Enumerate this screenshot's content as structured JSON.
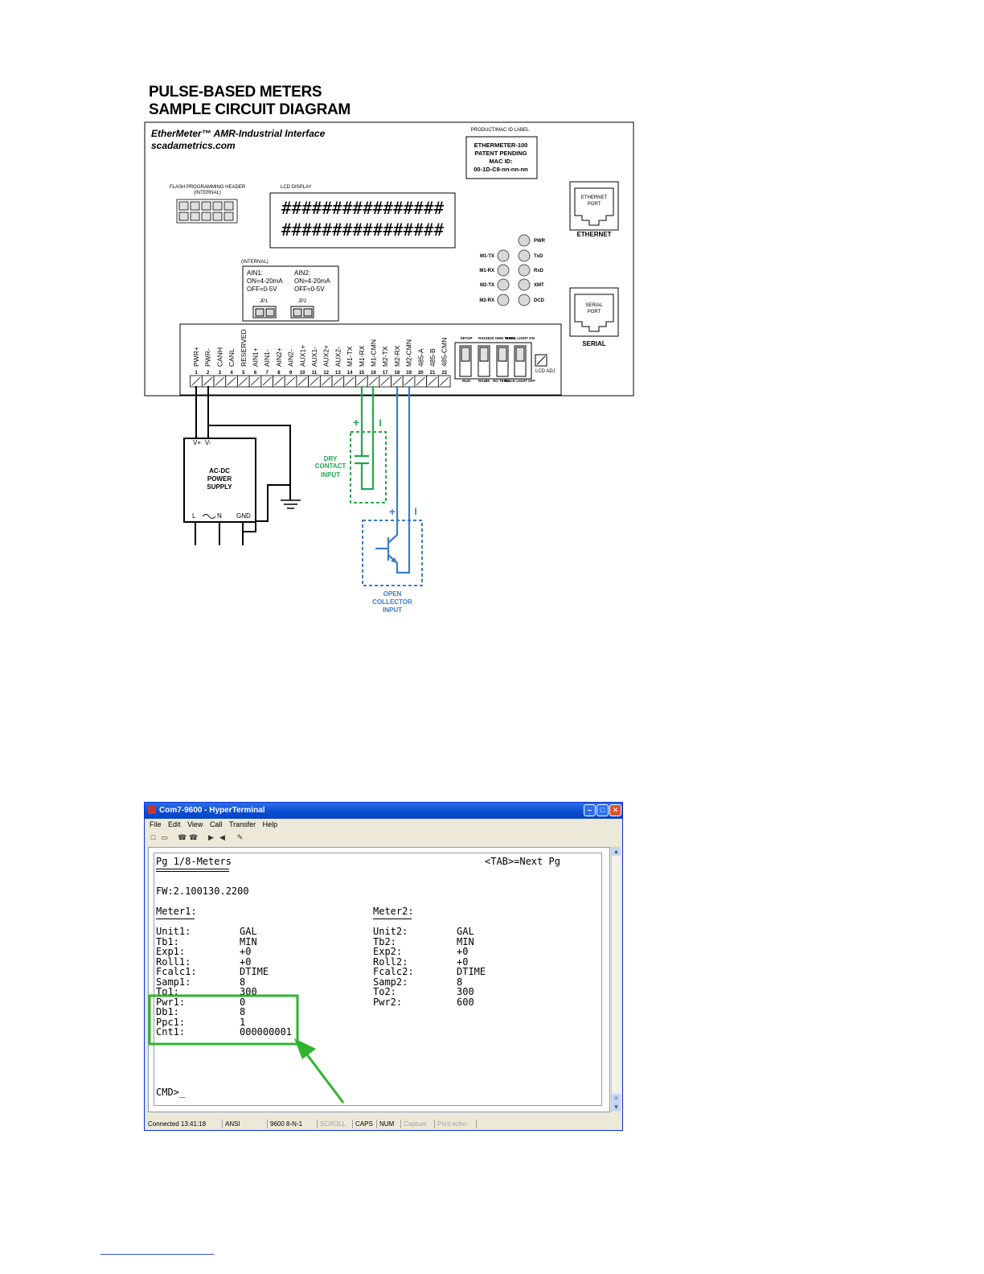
{
  "page": {
    "title_line1": "PULSE-BASED METERS",
    "title_line2": "SAMPLE CIRCUIT DIAGRAM"
  },
  "device": {
    "name": "EtherMeter™ AMR-Industrial Interface",
    "website": "scadametrics.com",
    "mac_label_caption": "PRODUCT/MAC ID LABEL",
    "mac_label_lines": [
      "ETHERMETER-100",
      "PATENT PENDING",
      "MAC ID:",
      "00-1D-C8-nn-nn-nn"
    ],
    "flash_header_line1": "FLASH PROGRAMMING HEADER",
    "flash_header_line2": "(INTERNAL)",
    "lcd_caption": "LCD DISPLAY",
    "lcd_row1": "################",
    "lcd_row2": "################",
    "internal_caption": "(INTERNAL)",
    "ain1_lines": [
      "AIN1:",
      "ON=4-20mA",
      "OFF=0-5V"
    ],
    "ain2_lines": [
      "AIN2:",
      "ON=4-20mA",
      "OFF=0-5V"
    ],
    "jp1": "JP1",
    "jp2": "JP2",
    "ethernet_port_line1": "ETHERNET",
    "ethernet_port_line2": "PORT",
    "ethernet_label": "ETHERNET",
    "serial_port_line1": "SERIAL",
    "serial_port_line2": "PORT",
    "serial_label": "SERIAL",
    "leds_right": [
      "PWR",
      "TxD",
      "RxD",
      "XMT",
      "DCD"
    ],
    "leds_left": [
      "M1-TX",
      "M1-RX",
      "M2-TX",
      "M2-RX"
    ],
    "terminals": [
      "PWR+",
      "PWR-",
      "CANH",
      "CANL",
      "RESERVED",
      "AIN1+",
      "AIN1-",
      "AIN2+",
      "AIN2-",
      "AUX1+",
      "AUX1-",
      "AUX2+",
      "AUX2-",
      "M1-TX",
      "M1-RX",
      "M1-CMN",
      "M2-TX",
      "M2-RX",
      "M2-CMN",
      "485-A",
      "485-B",
      "485-CMN"
    ],
    "terminal_numbers": [
      "1",
      "2",
      "3",
      "4",
      "5",
      "6",
      "7",
      "8",
      "9",
      "10",
      "11",
      "12",
      "13",
      "14",
      "15",
      "16",
      "17",
      "18",
      "19",
      "20",
      "21",
      "22"
    ],
    "switch_top_labels": [
      "SETUP",
      "RS232",
      "120 OHM TERM.",
      "BACK LIGHT ON"
    ],
    "switch_bottom_labels": [
      "RUN",
      "RS485",
      "NO TERM.",
      "BACK LIGHT OFF"
    ],
    "lcd_adj": "LCD ADJ"
  },
  "power_supply": {
    "label_lines": [
      "AC-DC",
      "POWER",
      "SUPPLY"
    ],
    "vplus": "V+",
    "vminus": "V-",
    "l": "L",
    "n": "N",
    "gnd": "GND"
  },
  "dry_contact": {
    "plus": "+",
    "minus": "I",
    "label_lines": [
      "DRY",
      "CONTACT",
      "INPUT"
    ]
  },
  "open_collector": {
    "plus": "+",
    "minus": "I",
    "label_lines": [
      "OPEN",
      "COLLECTOR",
      "INPUT"
    ]
  },
  "colors": {
    "green": "#1faa4a",
    "blue": "#3a7cc8",
    "highlight": "#2db52d"
  },
  "terminal_window": {
    "title": "Com7-9600 - HyperTerminal",
    "menu": [
      "File",
      "Edit",
      "View",
      "Call",
      "Transfer",
      "Help"
    ],
    "header_left": "Pg 1/8-Meters",
    "header_right": "<TAB>=Next Pg",
    "firmware": "FW:2.100130.2200",
    "meter1_title": "Meter1:",
    "meter2_title": "Meter2:",
    "meter1_rows": [
      {
        "key": "Unit1:",
        "val": "GAL"
      },
      {
        "key": "Tb1:",
        "val": "MIN"
      },
      {
        "key": "Exp1:",
        "val": "+0"
      },
      {
        "key": "Roll1:",
        "val": "+0"
      },
      {
        "key": "Fcalc1:",
        "val": "DTIME"
      },
      {
        "key": "Samp1:",
        "val": "8"
      },
      {
        "key": "To1:",
        "val": "300"
      },
      {
        "key": "Pwr1:",
        "val": "0"
      },
      {
        "key": "Db1:",
        "val": "8"
      },
      {
        "key": "Ppc1:",
        "val": "1"
      },
      {
        "key": "Cnt1:",
        "val": "000000001"
      }
    ],
    "meter2_rows": [
      {
        "key": "Unit2:",
        "val": "GAL"
      },
      {
        "key": "Tb2:",
        "val": "MIN"
      },
      {
        "key": "Exp2:",
        "val": "+0"
      },
      {
        "key": "Roll2:",
        "val": "+0"
      },
      {
        "key": "Fcalc2:",
        "val": "DTIME"
      },
      {
        "key": "Samp2:",
        "val": "8"
      },
      {
        "key": "To2:",
        "val": "300"
      },
      {
        "key": "Pwr2:",
        "val": "600"
      }
    ],
    "prompt": "CMD>_",
    "status": [
      "Connected 13:41:18",
      "ANSI",
      "9600 8-N-1",
      "SCROLL",
      "CAPS",
      "NUM",
      "Capture",
      "Print echo"
    ]
  }
}
